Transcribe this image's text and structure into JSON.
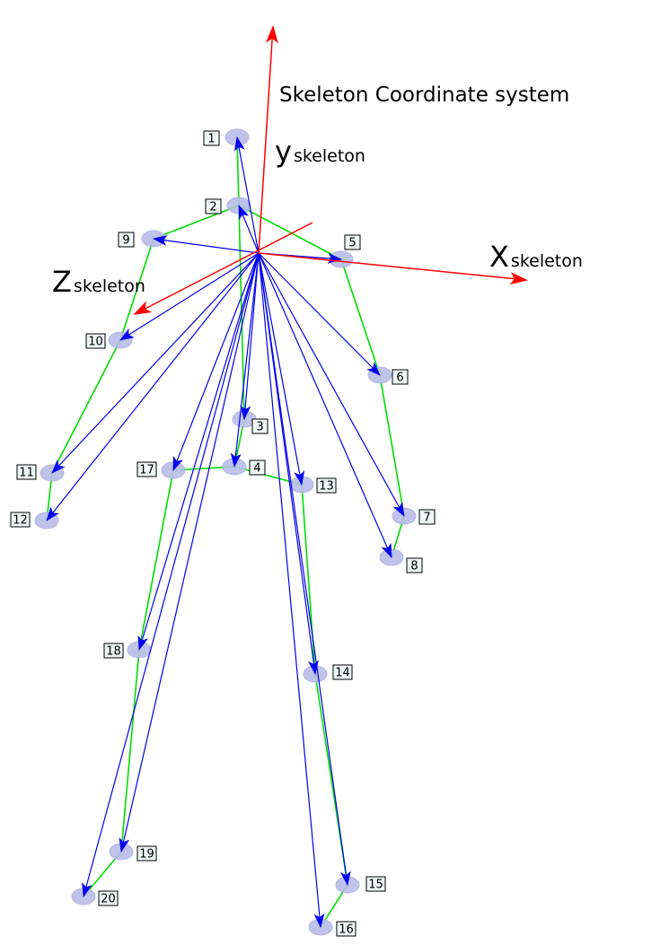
{
  "title": "Skeleton Coordinate system",
  "axes": [
    {
      "id": "y",
      "main": "y",
      "sub": "skeleton"
    },
    {
      "id": "x",
      "main": "X",
      "sub": "skeleton"
    },
    {
      "id": "z",
      "main": "Z",
      "sub": "skeleton"
    }
  ],
  "colors": {
    "axis": "#ff0000",
    "vector": "#0000ee",
    "bone": "#00dd00",
    "joint": "#b9bde8"
  },
  "joints": [
    {
      "label": "1"
    },
    {
      "label": "2"
    },
    {
      "label": "3"
    },
    {
      "label": "4"
    },
    {
      "label": "5"
    },
    {
      "label": "6"
    },
    {
      "label": "7"
    },
    {
      "label": "8"
    },
    {
      "label": "9"
    },
    {
      "label": "10"
    },
    {
      "label": "11"
    },
    {
      "label": "12"
    },
    {
      "label": "13"
    },
    {
      "label": "14"
    },
    {
      "label": "15"
    },
    {
      "label": "16"
    },
    {
      "label": "17"
    },
    {
      "label": "18"
    },
    {
      "label": "19"
    },
    {
      "label": "20"
    }
  ],
  "bones": [
    [
      "1",
      "2"
    ],
    [
      "2",
      "9"
    ],
    [
      "2",
      "5"
    ],
    [
      "2",
      "3"
    ],
    [
      "3",
      "4"
    ],
    [
      "9",
      "10"
    ],
    [
      "10",
      "11"
    ],
    [
      "11",
      "12"
    ],
    [
      "5",
      "6"
    ],
    [
      "6",
      "7"
    ],
    [
      "7",
      "8"
    ],
    [
      "4",
      "17"
    ],
    [
      "4",
      "13"
    ],
    [
      "17",
      "18"
    ],
    [
      "18",
      "19"
    ],
    [
      "19",
      "20"
    ],
    [
      "13",
      "14"
    ],
    [
      "14",
      "15"
    ],
    [
      "15",
      "16"
    ]
  ]
}
